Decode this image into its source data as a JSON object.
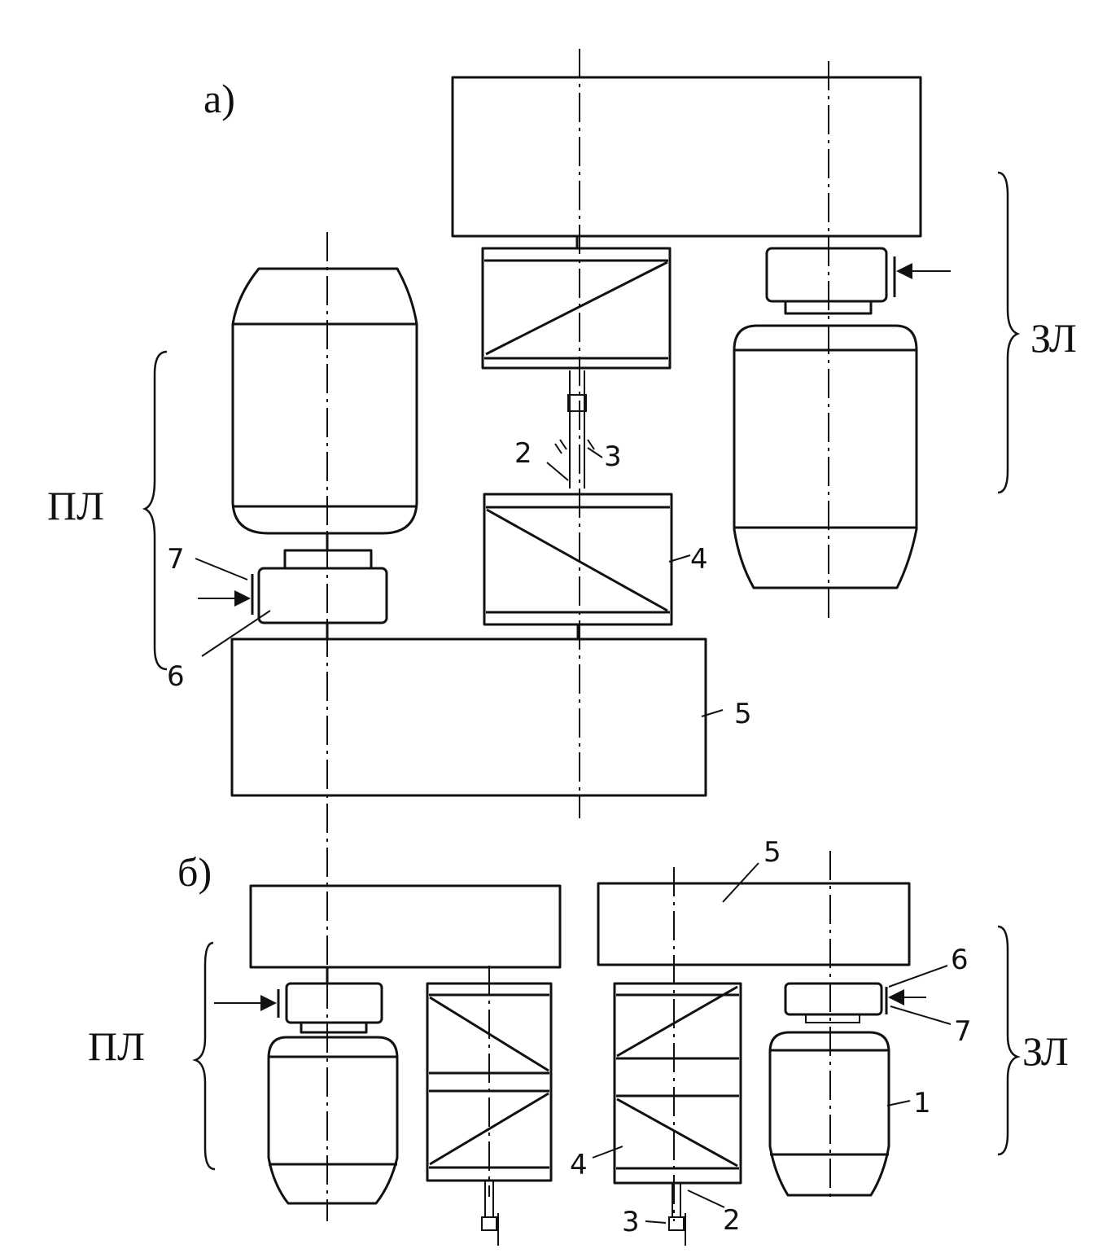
{
  "views": {
    "a": {
      "label": "a)"
    },
    "b": {
      "label": "б)"
    }
  },
  "groups": {
    "pl": "ПЛ",
    "zl": "ЗЛ"
  },
  "callouts": {
    "n1": "1",
    "n2": "2",
    "n3": "3",
    "n4": "4",
    "n5": "5",
    "n6": "6",
    "n7": "7"
  }
}
